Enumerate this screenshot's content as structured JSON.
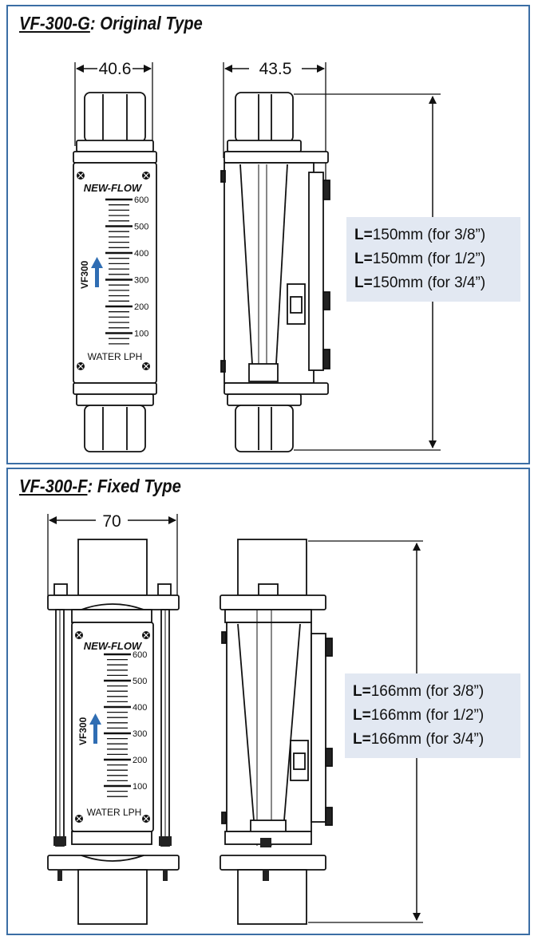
{
  "sections": [
    {
      "model": "VF-300-G",
      "suffix": ": Original Type",
      "front_width": "40.6",
      "side_width": "43.5",
      "length_rows": [
        {
          "label": "L=",
          "value": "150mm (for 3/8”)"
        },
        {
          "label": "L=",
          "value": "150mm (for 1/2”)"
        },
        {
          "label": "L=",
          "value": "150mm (for 3/4”)"
        }
      ]
    },
    {
      "model": "VF-300-F",
      "suffix": ": Fixed Type",
      "front_width": "70",
      "length_rows": [
        {
          "label": "L=",
          "value": "166mm (for 3/8”)"
        },
        {
          "label": "L=",
          "value": "166mm (for 1/2”)"
        },
        {
          "label": "L=",
          "value": "166mm (for 3/4”)"
        }
      ]
    }
  ],
  "scale": {
    "brand": "NEW-FLOW",
    "model_label": "VF300",
    "unit_label": "WATER LPH",
    "ticks": [
      "600",
      "500",
      "400",
      "300",
      "200",
      "100"
    ]
  },
  "colors": {
    "border": "#3b6ea5",
    "dim_box": "#e2e8f2",
    "flow_arrow": "#2f6db3"
  }
}
